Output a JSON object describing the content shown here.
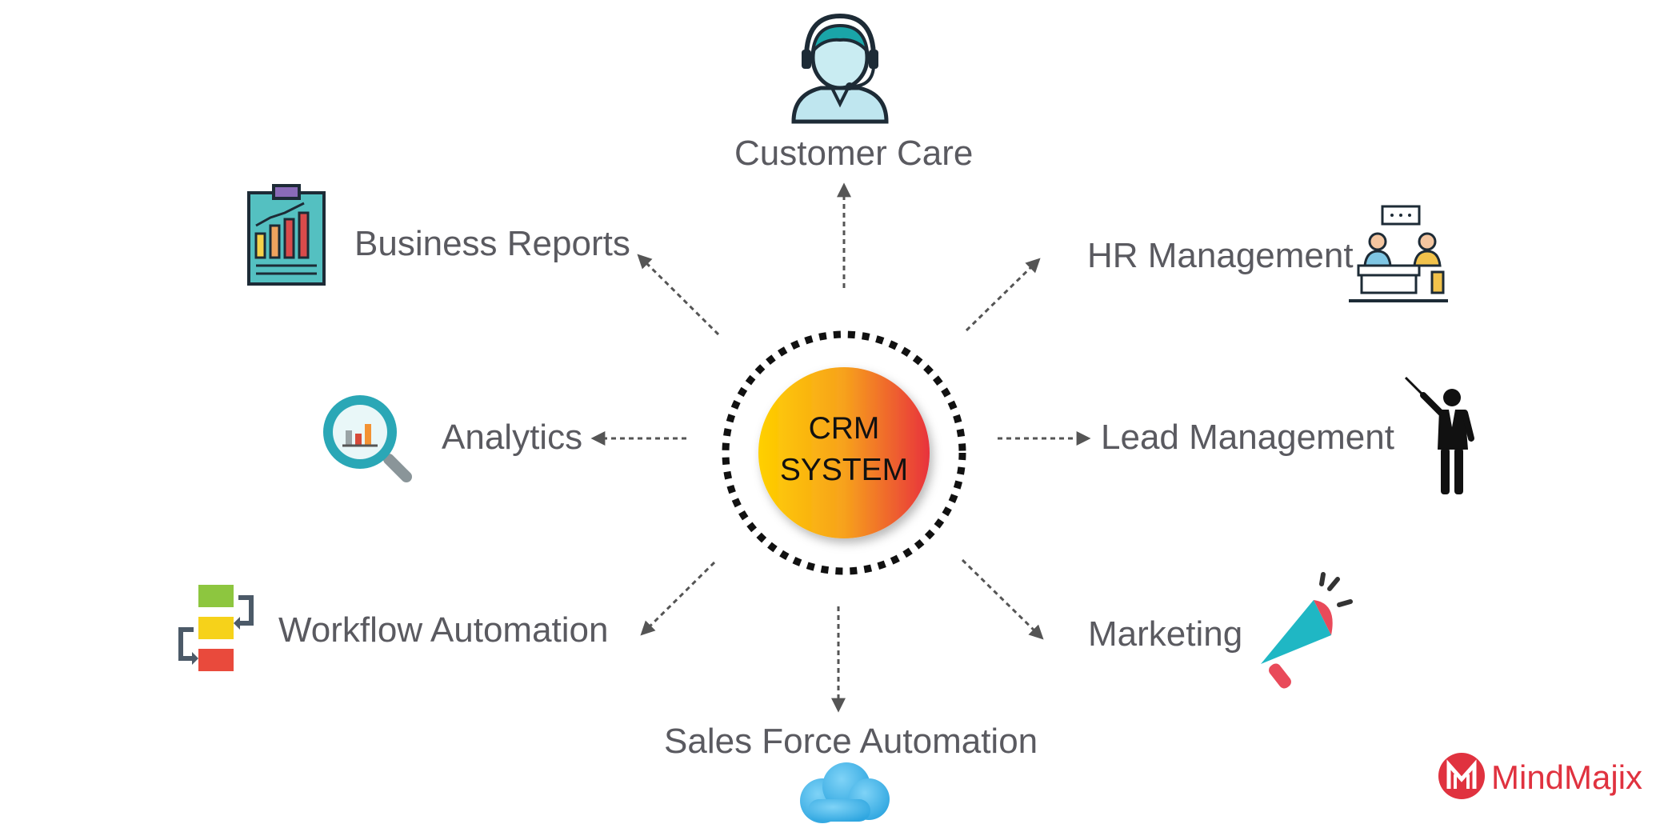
{
  "center": {
    "line1": "CRM",
    "line2": "SYSTEM"
  },
  "nodes": {
    "customer_care": {
      "label": "Customer Care",
      "icon": "headset-agent-icon"
    },
    "hr_management": {
      "label": "HR Management",
      "icon": "interview-meeting-icon"
    },
    "lead_management": {
      "label": "Lead Management",
      "icon": "presenter-man-icon"
    },
    "marketing": {
      "label": "Marketing",
      "icon": "megaphone-icon"
    },
    "sales_force_automation": {
      "label": "Sales Force Automation",
      "icon": "cloud-icon"
    },
    "workflow_automation": {
      "label": "Workflow Automation",
      "icon": "workflow-blocks-icon"
    },
    "analytics": {
      "label": "Analytics",
      "icon": "magnifier-chart-icon"
    },
    "business_reports": {
      "label": "Business Reports",
      "icon": "clipboard-report-icon"
    }
  },
  "brand": {
    "name": "MindMajix",
    "icon": "mindmajix-logo-icon"
  },
  "colors": {
    "label_text": "#5a5a60",
    "arrow": "#555555",
    "center_gradient_start": "#ffd000",
    "center_gradient_end": "#e8323c",
    "brand": "#e0323f"
  }
}
